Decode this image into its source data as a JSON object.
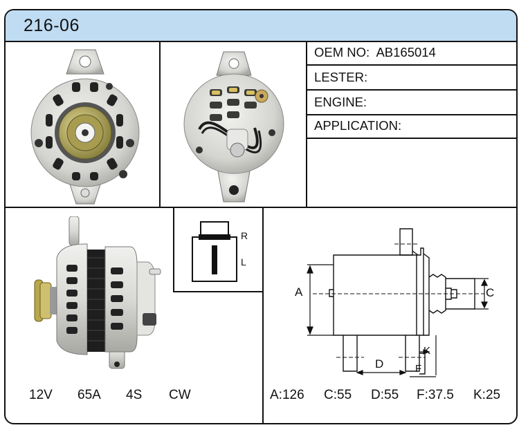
{
  "part_number": "216-06",
  "info": {
    "oem_label": "OEM NO:",
    "oem_value": "AB165014",
    "lester_label": "LESTER:",
    "lester_value": "",
    "engine_label": "ENGINE:",
    "engine_value": "",
    "application_label": "APPLICATION:",
    "application_value": ""
  },
  "specs": {
    "voltage": "12V",
    "amperage": "65A",
    "grooves": "4S",
    "rotation": "CW"
  },
  "plug": {
    "label_r": "R",
    "label_l": "L"
  },
  "diagram_labels": {
    "a": "A",
    "c": "C",
    "d": "D",
    "f": "F",
    "k": "K"
  },
  "dimensions": {
    "a": "A:126",
    "c": "C:55",
    "d": "D:55",
    "f": "F:37.5",
    "k": "K:25"
  }
}
